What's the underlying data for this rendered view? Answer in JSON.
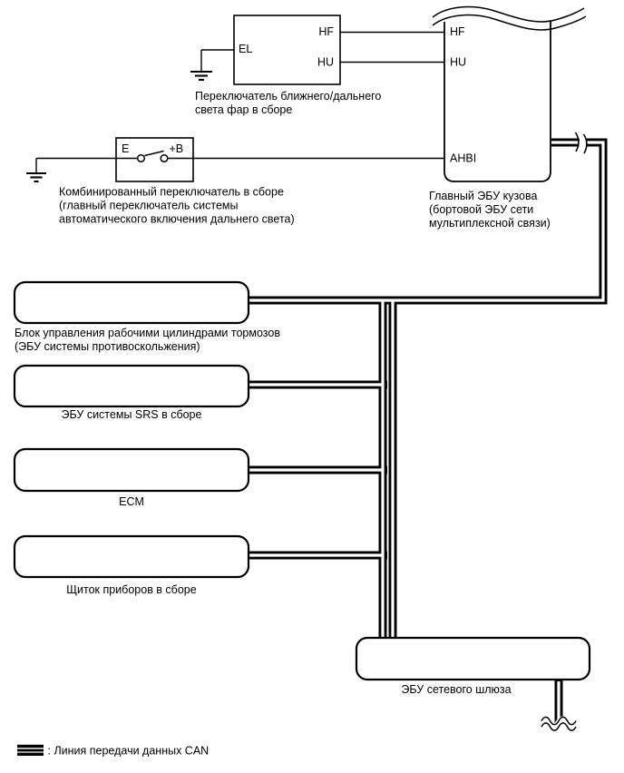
{
  "page": {
    "background": "#ffffff",
    "line_color": "#000000"
  },
  "dimmer_switch": {
    "pins": {
      "el": "EL",
      "hf": "HF",
      "hu": "HU"
    },
    "label_lines": [
      "Переключатель ближнего/дальнего",
      "света фар в сборе"
    ]
  },
  "main_body_ecu": {
    "pins": {
      "hf": "HF",
      "hu": "HU",
      "ahbi": "AHBI"
    },
    "label_lines": [
      "Главный ЭБУ кузова",
      "(бортовой ЭБУ сети",
      "мультиплексной связи)"
    ]
  },
  "combination_switch": {
    "pins": {
      "e": "E",
      "b": "+B"
    },
    "label_lines": [
      "Комбинированный переключатель в сборе",
      "(главный переключатель системы",
      "автоматического включения дальнего света)"
    ]
  },
  "skid_control_ecu": {
    "label_lines": [
      "Блок управления рабочими цилиндрами тормозов",
      "(ЭБУ системы противоскольжения)"
    ]
  },
  "srs_ecu": {
    "label": "ЭБУ системы SRS в сборе"
  },
  "ecm": {
    "label": "ECM"
  },
  "instrument_cluster": {
    "label": "Щиток приборов в сборе"
  },
  "gateway_ecu": {
    "label": "ЭБУ сетевого шлюза"
  },
  "legend": {
    "label": ": Линия передачи данных CAN"
  }
}
